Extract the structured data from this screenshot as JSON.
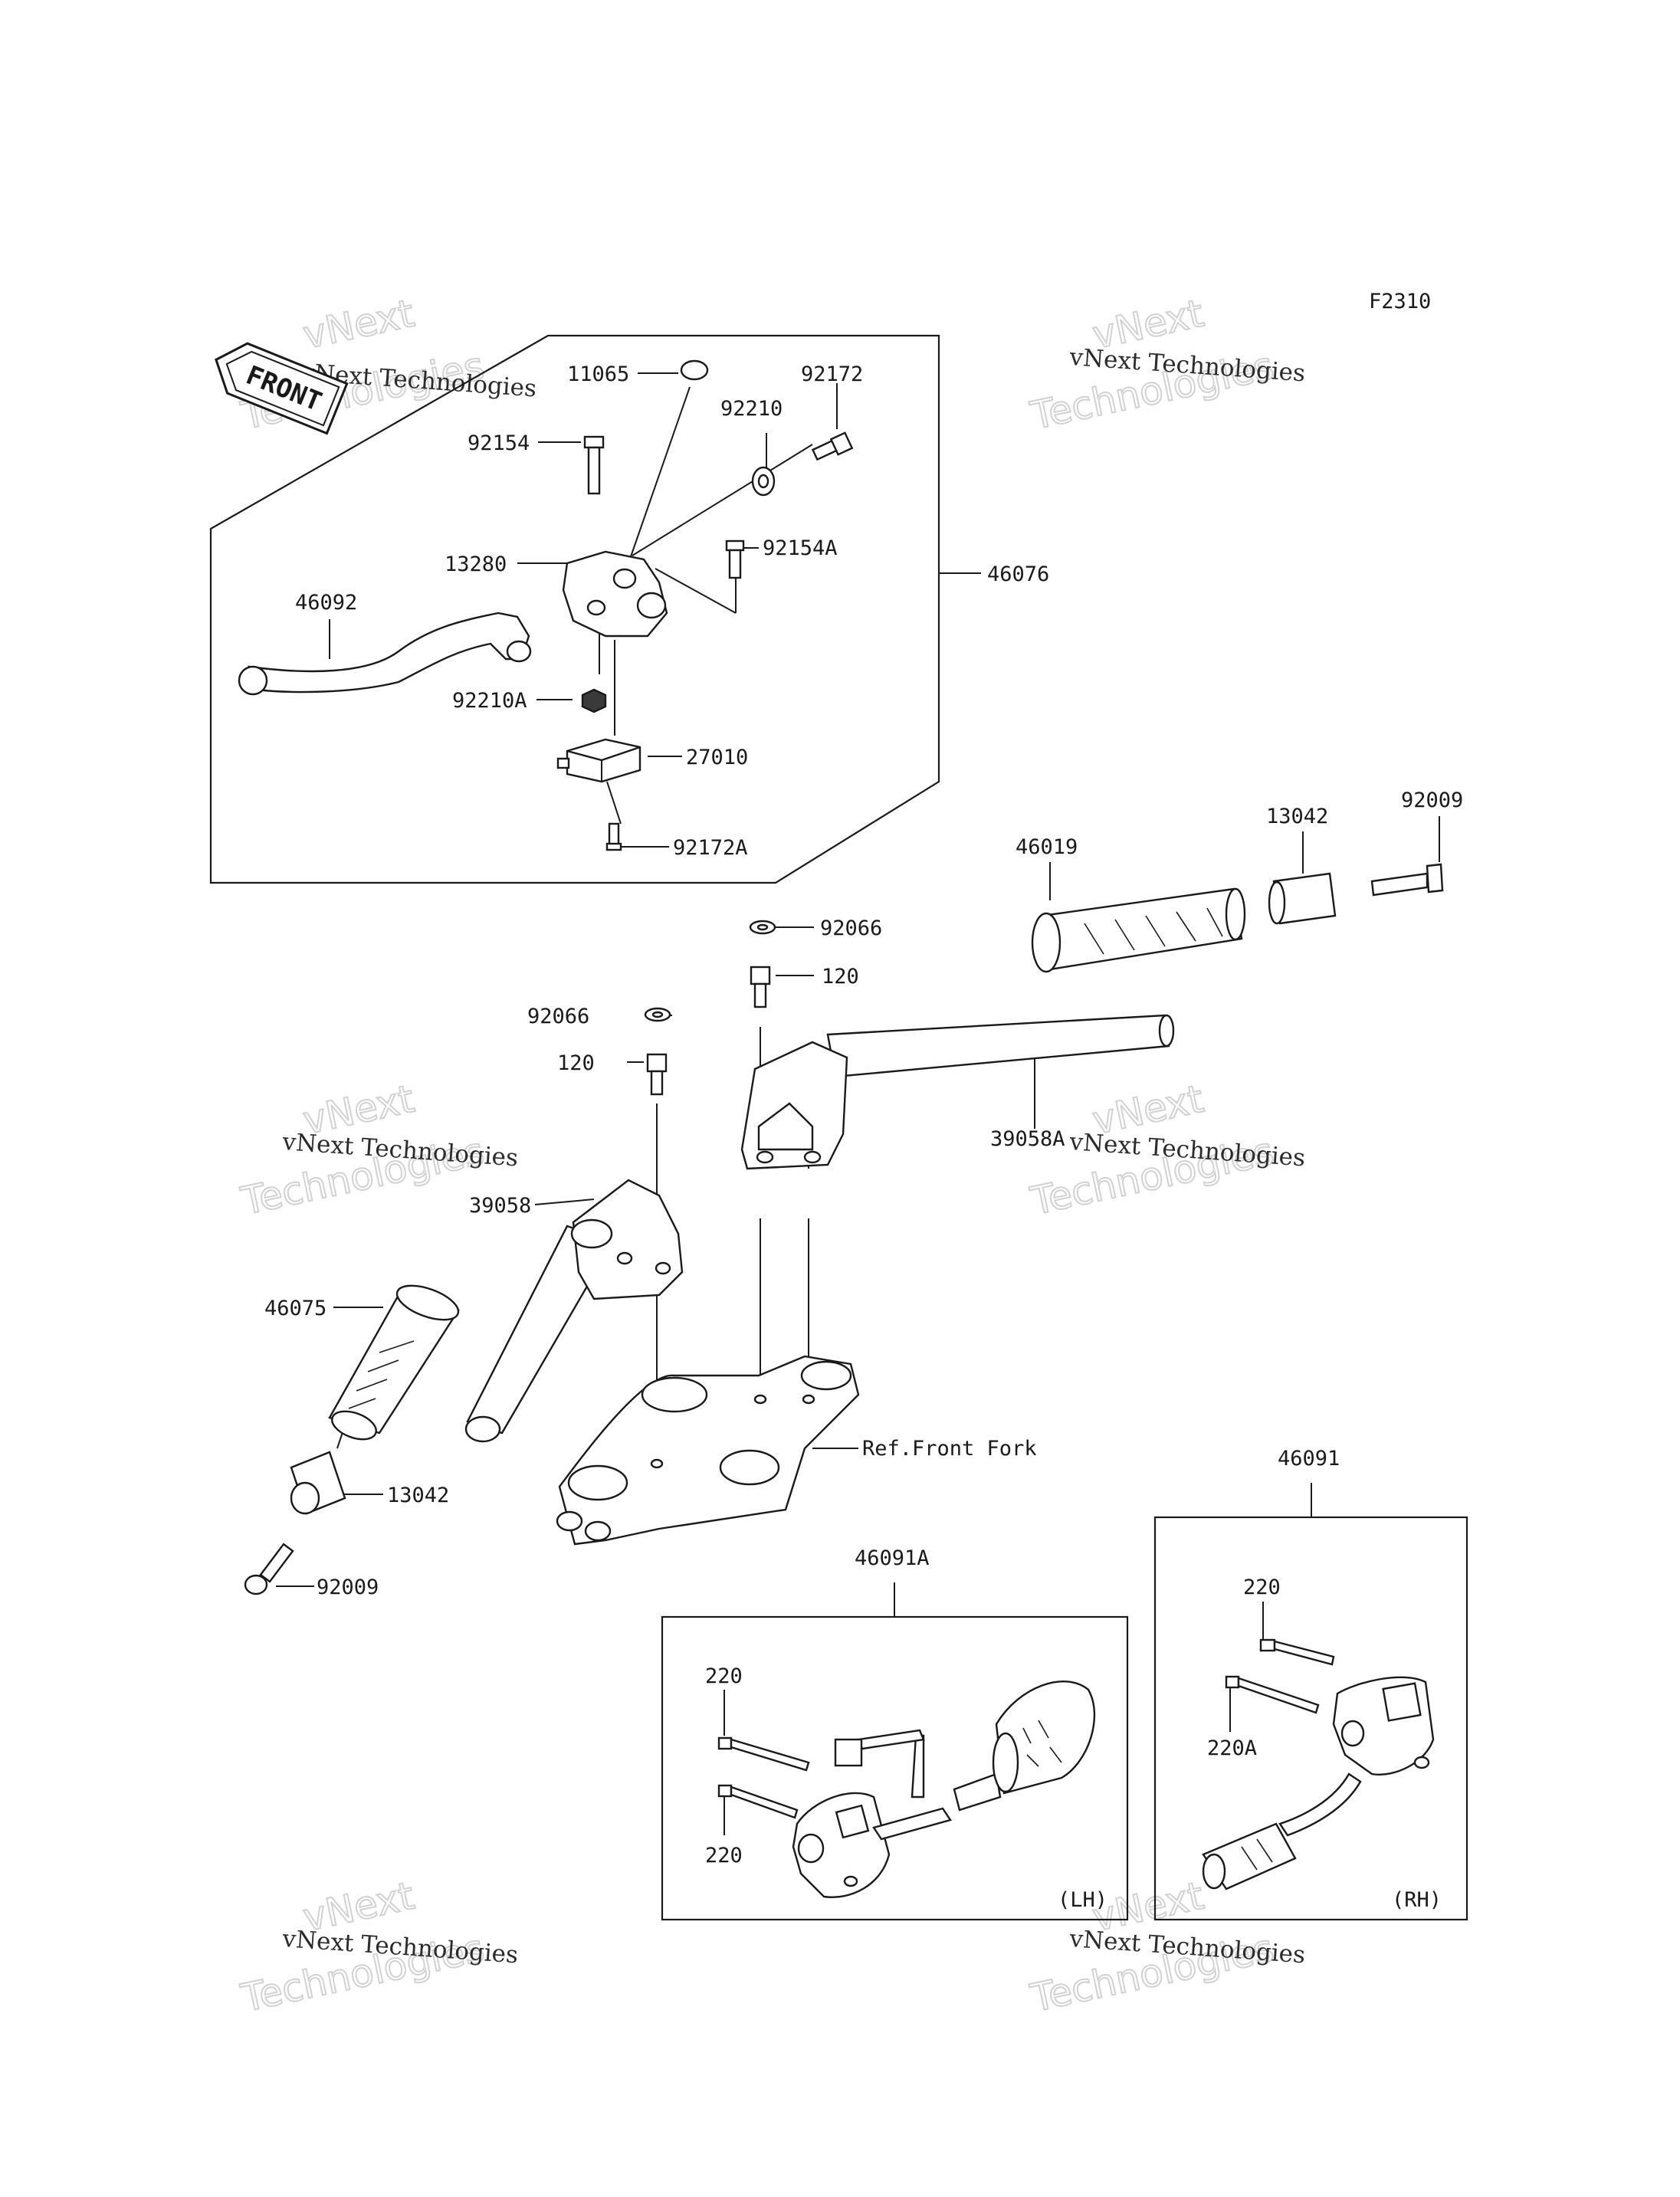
{
  "figure_code": "F2310",
  "front_arrow": {
    "text": "FRONT",
    "icon": "front-direction-arrow-icon"
  },
  "watermark": {
    "line1": "vNext",
    "line2": "vNext Technologies",
    "line3": "Technologies"
  },
  "part_labels": {
    "p11065": "11065",
    "p92172": "92172",
    "p92210": "92210",
    "p92154": "92154",
    "p92154A": "92154A",
    "p13280": "13280",
    "p46076": "46076",
    "p46092": "46092",
    "p92210A": "92210A",
    "p27010": "27010",
    "p92172A": "92172A",
    "p46019": "46019",
    "p13042_r": "13042",
    "p92009_r": "92009",
    "p92066_r": "92066",
    "p120_r": "120",
    "p92066_l": "92066",
    "p120_l": "120",
    "p39058A": "39058A",
    "p39058": "39058",
    "p46075": "46075",
    "p13042_l": "13042",
    "p92009_l": "92009",
    "ref_front_fork": "Ref.Front Fork",
    "p46091": "46091",
    "p46091A": "46091A",
    "p220_rh_top": "220",
    "p220A": "220A",
    "p220_lh_top": "220",
    "p220_lh_bottom": "220",
    "lh": "(LH)",
    "rh": "(RH)"
  }
}
